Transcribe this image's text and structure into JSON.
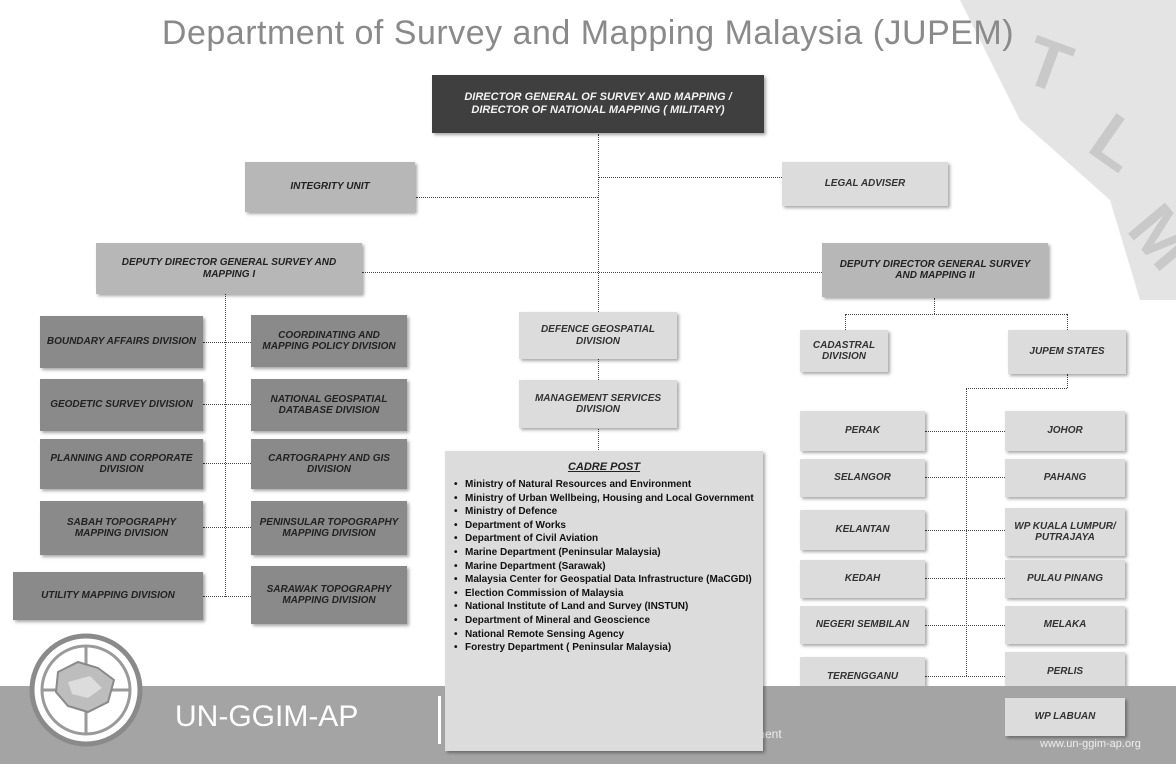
{
  "title": "Department of Survey and Mapping Malaysia (JUPEM)",
  "org": {
    "director_general": "DIRECTOR GENERAL OF SURVEY AND MAPPING / DIRECTOR OF NATIONAL MAPPING ( MILITARY)",
    "integrity_unit": "INTEGRITY UNIT",
    "legal_adviser": "LEGAL ADVISER",
    "deputy_1": "DEPUTY DIRECTOR GENERAL SURVEY AND MAPPING I",
    "deputy_2": "DEPUTY DIRECTOR GENERAL SURVEY AND MAPPING II",
    "defence": "DEFENCE GEOSPATIAL DIVISION",
    "management": "MANAGEMENT SERVICES DIVISION",
    "left_col_a": [
      "BOUNDARY AFFAIRS DIVISION",
      "GEODETIC SURVEY DIVISION",
      "PLANNING AND CORPORATE DIVISION",
      "SABAH TOPOGRAPHY MAPPING DIVISION",
      "UTILITY MAPPING DIVISION"
    ],
    "left_col_b": [
      "COORDINATING AND MAPPING POLICY DIVISION",
      "NATIONAL GEOSPATIAL DATABASE DIVISION",
      "CARTOGRAPHY AND GIS DIVISION",
      "PENINSULAR TOPOGRAPHY MAPPING DIVISION",
      "SARAWAK TOPOGRAPHY MAPPING DIVISION"
    ],
    "cadastral": "CADASTRAL DIVISION",
    "jupem_states": "JUPEM STATES",
    "states_left": [
      "PERAK",
      "SELANGOR",
      "KELANTAN",
      "KEDAH",
      "NEGERI SEMBILAN",
      "TERENGGANU"
    ],
    "states_right": [
      "JOHOR",
      "PAHANG",
      "WP KUALA LUMPUR/ PUTRAJAYA",
      "PULAU PINANG",
      "MELAKA",
      "PERLIS",
      "WP LABUAN"
    ]
  },
  "cadre": {
    "title": "CADRE POST",
    "items": [
      "Ministry of Natural Resources and Environment",
      "Ministry of Urban Wellbeing, Housing and Local Government",
      "Ministry of Defence",
      "Department of Works",
      "Department of Civil Aviation",
      "Marine Department (Peninsular Malaysia)",
      "Marine Department (Sarawak)",
      "Malaysia Center for Geospatial Data Infrastructure (MaCGDI)",
      "Election Commission of Malaysia",
      "National Institute of Land and Survey (INSTUN)",
      "Department of Mineral and Geoscience",
      "National Remote Sensing Agency",
      "Forestry Department ( Peninsular Malaysia)"
    ]
  },
  "footer": {
    "brand": "UN-GGIM-AP",
    "partial_text": "ment",
    "url": "www.un-ggim-ap.org"
  },
  "colors": {
    "top_box": "#3f3f3f",
    "dark_box": "#8a8a8a",
    "mid_box": "#b7b7b7",
    "light_box": "#dcdcdc",
    "footer": "#a4a4a4"
  }
}
